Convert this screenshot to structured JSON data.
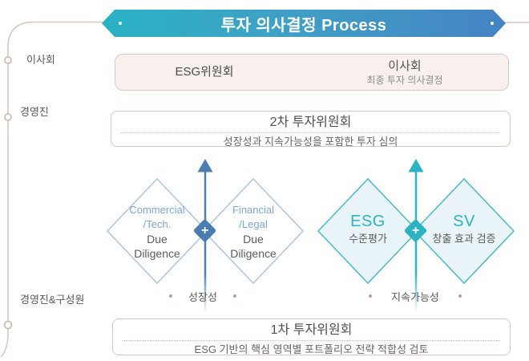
{
  "banner": {
    "title": "투자 의사결정 Process"
  },
  "left_axis": {
    "row1": "이사회",
    "row2": "경영진",
    "row3": "경영진&구성원"
  },
  "board_flow": {
    "esg_committee": "ESG위원회",
    "board_title": "이사회",
    "board_subtitle": "최종 투자 의사결정"
  },
  "committee_2nd": {
    "title": "2차 투자위원회",
    "subtitle": "성장성과 지속가능성을 포함한 투자 심의"
  },
  "committee_1st": {
    "title": "1차 투자위원회",
    "subtitle": "ESG 기반의 핵심 영역별 포트폴리오 전략 적합성 검토"
  },
  "dd_group": {
    "commercial": {
      "line1": "Commercial",
      "line2": "/Tech.",
      "line3": "Due",
      "line4": "Diligence"
    },
    "financial": {
      "line1": "Financial",
      "line2": "/Legal",
      "line3": "Due",
      "line4": "Diligence"
    },
    "plus": "+",
    "caption": "성장성"
  },
  "esg_group": {
    "esg": {
      "title": "ESG",
      "subtitle": "수준평가"
    },
    "sv": {
      "title": "SV",
      "subtitle": "창출 효과 검증"
    },
    "plus": "+",
    "caption": "지속가능성"
  },
  "colors": {
    "banner_teal": "#29b2c3",
    "banner_blue": "#4583c3",
    "rail_tan": "#d9c4b8",
    "flow_box_beige": "#f7f0ec",
    "box_border_tan": "#dcc6ba",
    "blue_accent": "#4a7db2",
    "blue_diamond_stroke": "#aac6e2",
    "blue_text": "#7da6d6",
    "teal_accent": "#2fb3c4",
    "teal_diamond_fill": "#e8f4f7",
    "teal_diamond_stroke": "#4ab9ca",
    "text_gray": "#5a5a5a",
    "bullet_brown": "#c79e8e"
  }
}
